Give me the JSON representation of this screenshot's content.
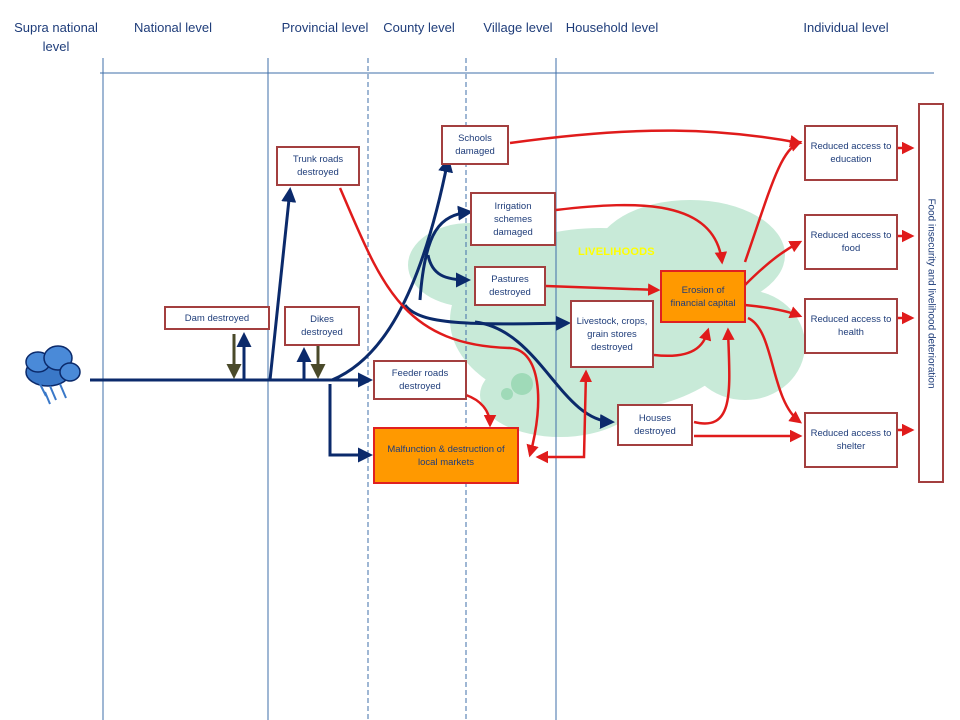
{
  "headers": {
    "supra": "Supra national level",
    "national": "National level",
    "provincial": "Provincial level",
    "county": "County level",
    "village": "Village level",
    "household": "Household level",
    "individual": "Individual level"
  },
  "nodes": {
    "dam": "Dam destroyed",
    "dikes": "Dikes destroyed",
    "trunk_roads": "Trunk roads destroyed",
    "schools": "Schools damaged",
    "irrigation": "Irrigation schemes damaged",
    "pastures": "Pastures destroyed",
    "feeder_roads": "Feeder roads destroyed",
    "markets": "Malfunction & destruction of local markets",
    "livestock": "Livestock, crops, grain stores destroyed",
    "houses": "Houses destroyed",
    "financial": "Erosion of financial capital",
    "education": "Reduced access to education",
    "food": "Reduced access to food",
    "health": "Reduced access to health",
    "shelter": "Reduced access to shelter",
    "food_insecurity": "Food insecurity and livelihood deterioration"
  },
  "livelihoods_label": "LIVELIHOODS",
  "icons": {
    "storm": "storm-cloud-icon"
  },
  "colors": {
    "header_text": "#1f3d7a",
    "box_border": "#a33f3f",
    "orange_fill": "#ff9900",
    "red_arrow": "#e01b1b",
    "navy_arrow": "#0b2a6b",
    "olive_arrow": "#4a4a2a",
    "cloud_fill": "#c8ead8"
  }
}
